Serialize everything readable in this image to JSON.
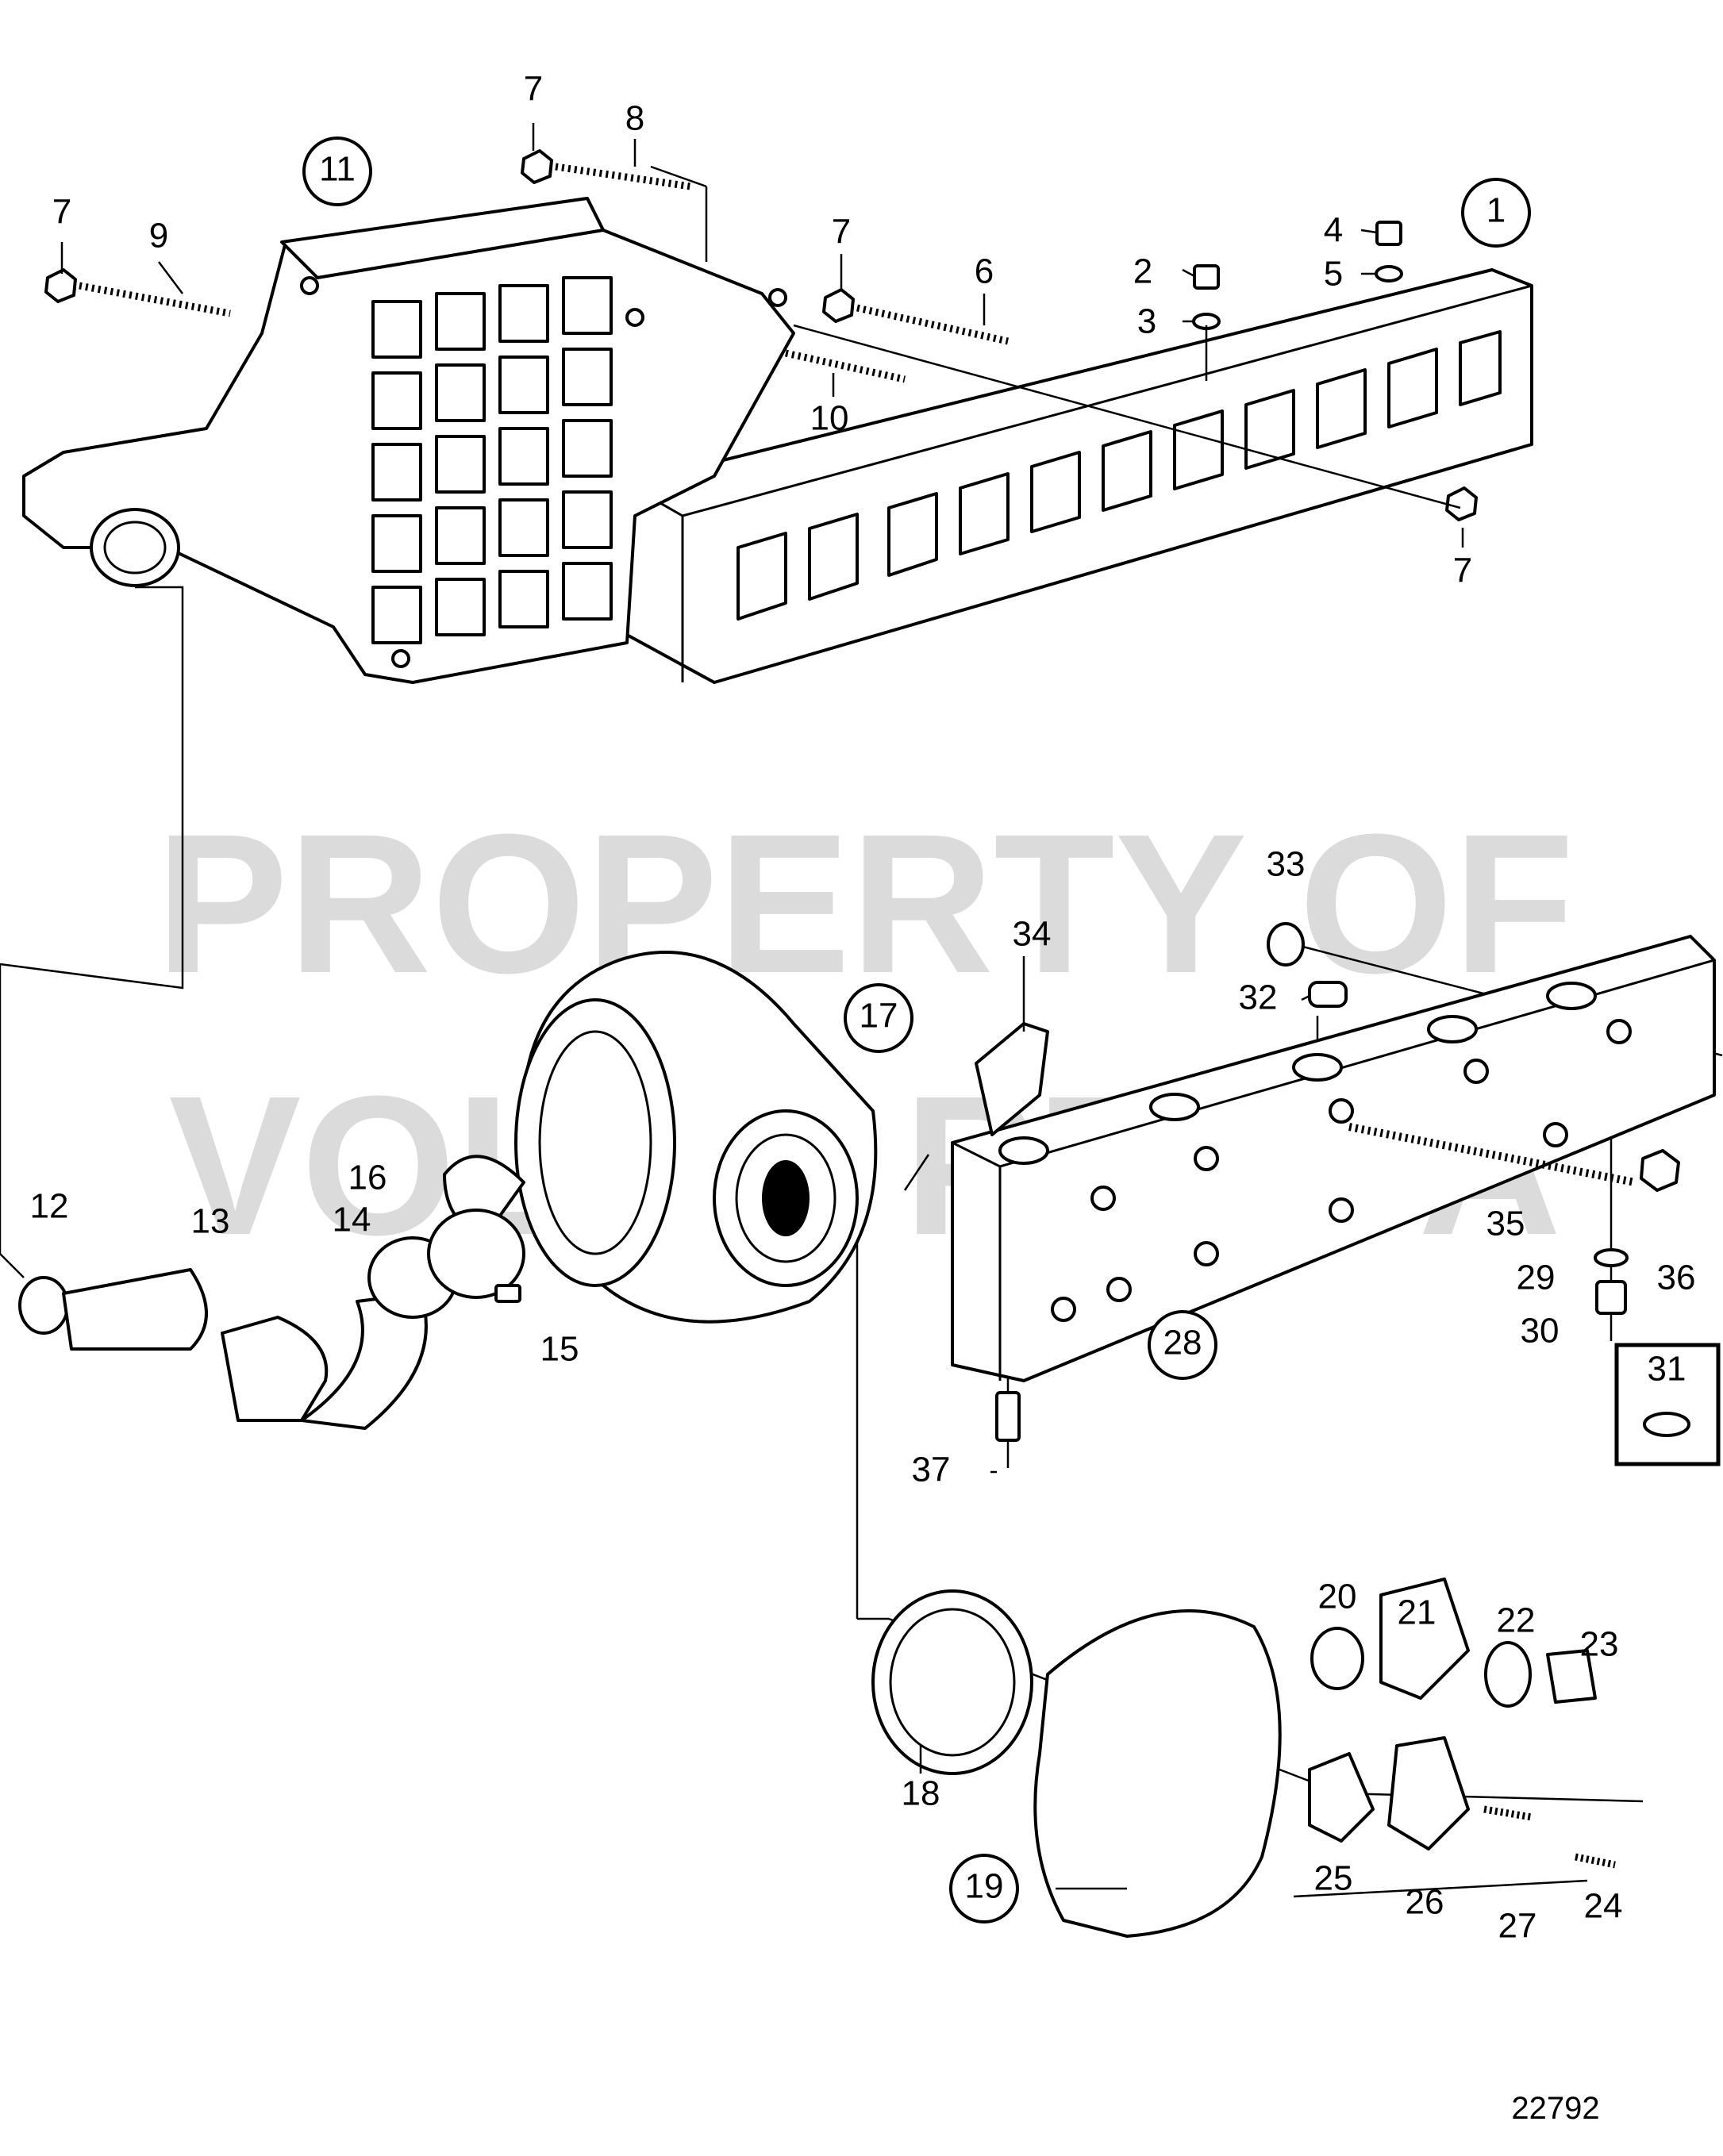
{
  "diagram": {
    "reference_number": "22792",
    "watermark": [
      "PROPERTY OF",
      "VOLVO PENTA"
    ],
    "callouts": {
      "c1": "1",
      "c2": "2",
      "c3": "3",
      "c4": "4",
      "c5": "5",
      "c6": "6",
      "c7a": "7",
      "c7b": "7",
      "c7c": "7",
      "c7d": "7",
      "c8": "8",
      "c9": "9",
      "c10": "10",
      "c11": "11",
      "c12": "12",
      "c13": "13",
      "c14": "14",
      "c15": "15",
      "c16": "16",
      "c17": "17",
      "c18": "18",
      "c19": "19",
      "c20": "20",
      "c21": "21",
      "c22": "22",
      "c23": "23",
      "c24": "24",
      "c25": "25",
      "c26": "26",
      "c27": "27",
      "c28": "28",
      "c29": "29",
      "c30": "30",
      "c31": "31",
      "c32": "32",
      "c33": "33",
      "c34": "34",
      "c35": "35",
      "c36": "36",
      "c37": "37"
    }
  }
}
